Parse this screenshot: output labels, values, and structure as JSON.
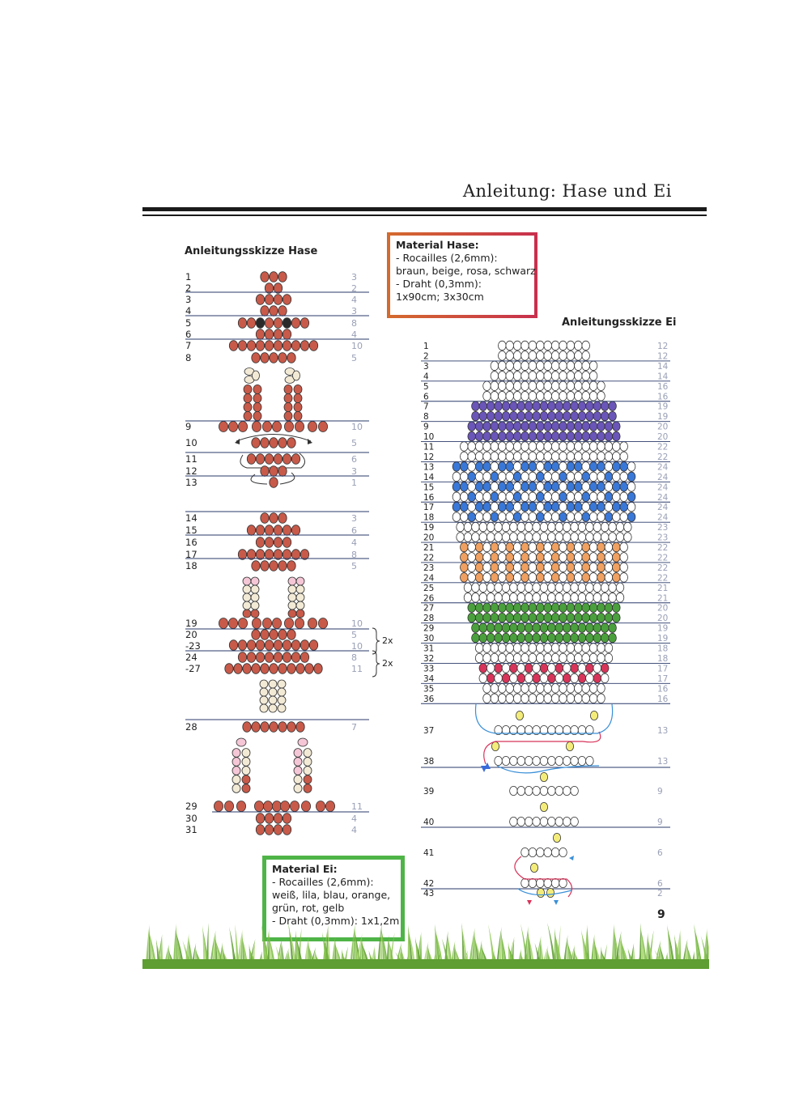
{
  "header": {
    "title": "Anleitung: Hase und Ei"
  },
  "hase": {
    "title": "Anleitungsskizze Hase",
    "rows": [
      {
        "row": "1",
        "count": "3"
      },
      {
        "row": "2",
        "count": "2"
      },
      {
        "row": "3",
        "count": "4"
      },
      {
        "row": "4",
        "count": "3"
      },
      {
        "row": "5",
        "count": "8"
      },
      {
        "row": "6",
        "count": "4"
      },
      {
        "row": "7",
        "count": "10"
      },
      {
        "row": "8",
        "count": "5"
      },
      {
        "row": "9",
        "count": "10"
      },
      {
        "row": "10",
        "count": "5"
      },
      {
        "row": "11",
        "count": "6"
      },
      {
        "row": "12",
        "count": "3"
      },
      {
        "row": "13",
        "count": "1"
      },
      {
        "row": "14",
        "count": "3"
      },
      {
        "row": "15",
        "count": "6"
      },
      {
        "row": "16",
        "count": "4"
      },
      {
        "row": "17",
        "count": "8"
      },
      {
        "row": "18",
        "count": "5"
      },
      {
        "row": "19",
        "count": "10"
      },
      {
        "row": "20\n-23",
        "count": "5\n10"
      },
      {
        "row": "24\n-27",
        "count": "8\n11"
      },
      {
        "row": "28",
        "count": "7"
      },
      {
        "row": "29",
        "count": "11"
      },
      {
        "row": "30",
        "count": "4"
      },
      {
        "row": "31",
        "count": "4"
      }
    ],
    "repeat_label": "2x"
  },
  "material_hase": {
    "title": "Material Hase:",
    "lines": [
      "- Rocailles (2,6mm):",
      "braun, beige, rosa, schwarz",
      "- Draht (0,3mm):",
      "1x90cm; 3x30cm"
    ]
  },
  "ei": {
    "title": "Anleitungsskizze Ei",
    "rows": [
      {
        "row": "1",
        "count": "12"
      },
      {
        "row": "2",
        "count": "12"
      },
      {
        "row": "3",
        "count": "14"
      },
      {
        "row": "4",
        "count": "14"
      },
      {
        "row": "5",
        "count": "16"
      },
      {
        "row": "6",
        "count": "16"
      },
      {
        "row": "7",
        "count": "19"
      },
      {
        "row": "8",
        "count": "19"
      },
      {
        "row": "9",
        "count": "20"
      },
      {
        "row": "10",
        "count": "20"
      },
      {
        "row": "11",
        "count": "22"
      },
      {
        "row": "12",
        "count": "22"
      },
      {
        "row": "13",
        "count": "24"
      },
      {
        "row": "14",
        "count": "24"
      },
      {
        "row": "15",
        "count": "24"
      },
      {
        "row": "16",
        "count": "24"
      },
      {
        "row": "17",
        "count": "24"
      },
      {
        "row": "18",
        "count": "24"
      },
      {
        "row": "19",
        "count": "23"
      },
      {
        "row": "20",
        "count": "23"
      },
      {
        "row": "21",
        "count": "22"
      },
      {
        "row": "22",
        "count": "22"
      },
      {
        "row": "23",
        "count": "22"
      },
      {
        "row": "24",
        "count": "22"
      },
      {
        "row": "25",
        "count": "21"
      },
      {
        "row": "26",
        "count": "21"
      },
      {
        "row": "27",
        "count": "20"
      },
      {
        "row": "28",
        "count": "20"
      },
      {
        "row": "29",
        "count": "19"
      },
      {
        "row": "30",
        "count": "19"
      },
      {
        "row": "31",
        "count": "18"
      },
      {
        "row": "32",
        "count": "18"
      },
      {
        "row": "33",
        "count": "17"
      },
      {
        "row": "34",
        "count": "17"
      },
      {
        "row": "35",
        "count": "16"
      },
      {
        "row": "36",
        "count": "16"
      },
      {
        "row": "37",
        "count": "13"
      },
      {
        "row": "38",
        "count": "13"
      },
      {
        "row": "39",
        "count": "9"
      },
      {
        "row": "40",
        "count": "9"
      },
      {
        "row": "41",
        "count": "6"
      },
      {
        "row": "42",
        "count": "6"
      },
      {
        "row": "43",
        "count": "2"
      }
    ]
  },
  "material_ei": {
    "title": "Material Ei:",
    "lines": [
      "- Rocailles (2,6mm):",
      "weiß, lila, blau, orange,",
      "grün, rot, gelb",
      "- Draht (0,3mm): 1x1,2m"
    ]
  },
  "page": {
    "number": "9"
  },
  "colors": {
    "braun": "#c85a4a",
    "beige": "#f3ead6",
    "rosa": "#f4c6d6",
    "schwarz": "#2a2a2a",
    "weiss": "#ffffff",
    "lila": "#6a55b8",
    "blau": "#3a78d8",
    "orange": "#f0a060",
    "gruen": "#4aa03c",
    "rot": "#d8345a",
    "gelb": "#f3ec7a",
    "ink": "#2a3a6a",
    "rule": "#2a3a6a"
  }
}
